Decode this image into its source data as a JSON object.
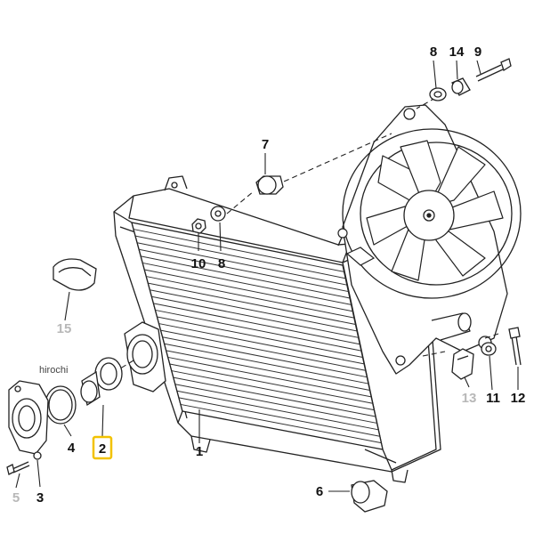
{
  "watermark": "hirochi",
  "highlight_color": "#f2c200",
  "highlighted_part": "2",
  "labels": {
    "p1": "1",
    "p2": "2",
    "p3": "3",
    "p4": "4",
    "p5": "5",
    "p6": "6",
    "p7": "7",
    "p8_top": "8",
    "p8_mid": "8",
    "p9": "9",
    "p10": "10",
    "p11": "11",
    "p12": "12",
    "p13": "13",
    "p14": "14",
    "p15": "15"
  }
}
